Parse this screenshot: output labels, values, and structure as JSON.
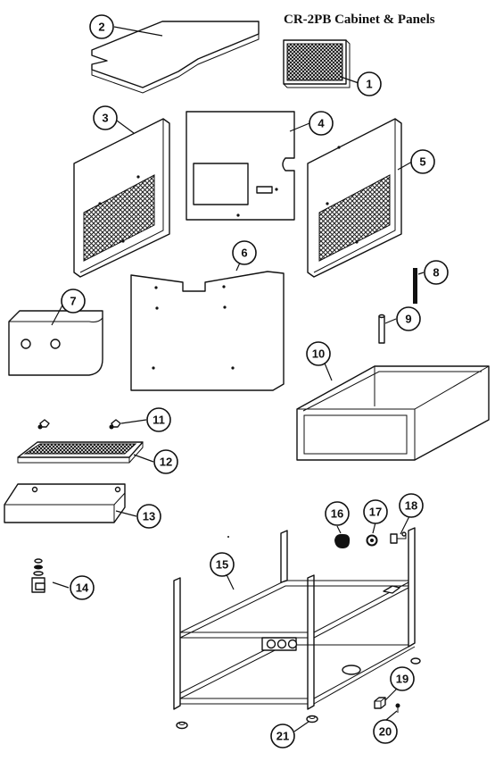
{
  "title": "CR-2PB Cabinet & Panels",
  "parts": [
    {
      "num": "1",
      "name": "part-1-grille"
    },
    {
      "num": "2",
      "name": "part-2-top-panel"
    },
    {
      "num": "3",
      "name": "part-3-left-side-panel"
    },
    {
      "num": "4",
      "name": "part-4-back-panel"
    },
    {
      "num": "5",
      "name": "part-5-right-side-panel"
    },
    {
      "num": "6",
      "name": "part-6-front-panel"
    },
    {
      "num": "7",
      "name": "part-7-control-panel"
    },
    {
      "num": "8",
      "name": "part-8-rod"
    },
    {
      "num": "9",
      "name": "part-9-pin"
    },
    {
      "num": "10",
      "name": "part-10-drawer-frame"
    },
    {
      "num": "11",
      "name": "part-11-screws"
    },
    {
      "num": "12",
      "name": "part-12-grate"
    },
    {
      "num": "13",
      "name": "part-13-tray"
    },
    {
      "num": "14",
      "name": "part-14-valve-assembly"
    },
    {
      "num": "15",
      "name": "part-15-cabinet-frame"
    },
    {
      "num": "16",
      "name": "part-16-knob"
    },
    {
      "num": "17",
      "name": "part-17-small-knob"
    },
    {
      "num": "18",
      "name": "part-18-clip"
    },
    {
      "num": "19",
      "name": "part-19-nut"
    },
    {
      "num": "20",
      "name": "part-20-screw"
    },
    {
      "num": "21",
      "name": "part-21-foot"
    }
  ]
}
